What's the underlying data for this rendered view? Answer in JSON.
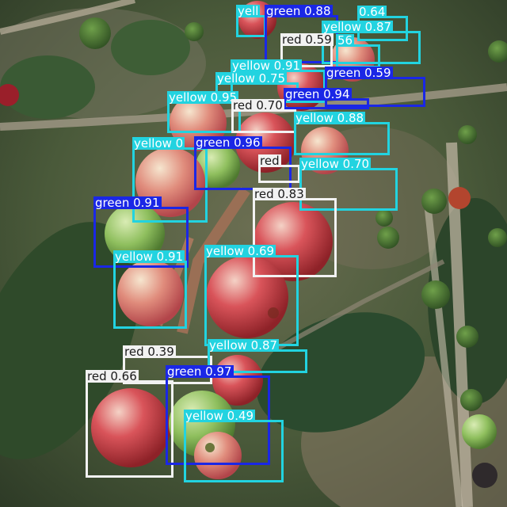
{
  "colors": {
    "red": "#f2f2f2",
    "green": "#1a27e6",
    "yellow": "#22d3e0"
  },
  "detections": [
    {
      "label": "yell",
      "class": "yellow"
    },
    {
      "label": "green 0.88",
      "class": "green"
    },
    {
      "label": "0.64",
      "class": "yellow"
    },
    {
      "label": "yellow 0.87",
      "class": "yellow"
    },
    {
      "label": "red 0.59",
      "class": "red"
    },
    {
      "label": "56",
      "class": "yellow"
    },
    {
      "label": "yellow 0.91",
      "class": "yellow"
    },
    {
      "label": "green 0.59",
      "class": "green"
    },
    {
      "label": "yellow 0.75",
      "class": "yellow"
    },
    {
      "label": "green 0.94",
      "class": "green"
    },
    {
      "label": "yellow 0.95",
      "class": "yellow"
    },
    {
      "label": "red 0.70",
      "class": "red"
    },
    {
      "label": "yellow 0.88",
      "class": "yellow"
    },
    {
      "label": "yellow 0",
      "class": "yellow"
    },
    {
      "label": "green 0.96",
      "class": "green"
    },
    {
      "label": "red",
      "class": "red"
    },
    {
      "label": "yellow 0.70",
      "class": "yellow"
    },
    {
      "label": "red 0.83",
      "class": "red"
    },
    {
      "label": "green 0.91",
      "class": "green"
    },
    {
      "label": "yellow 0.91",
      "class": "yellow"
    },
    {
      "label": "yellow 0.69",
      "class": "yellow"
    },
    {
      "label": "red 0.39",
      "class": "red"
    },
    {
      "label": "yellow 0.87",
      "class": "yellow"
    },
    {
      "label": "red 0.66",
      "class": "red"
    },
    {
      "label": "green 0.97",
      "class": "green"
    },
    {
      "label": "yellow 0.49",
      "class": "yellow"
    }
  ]
}
